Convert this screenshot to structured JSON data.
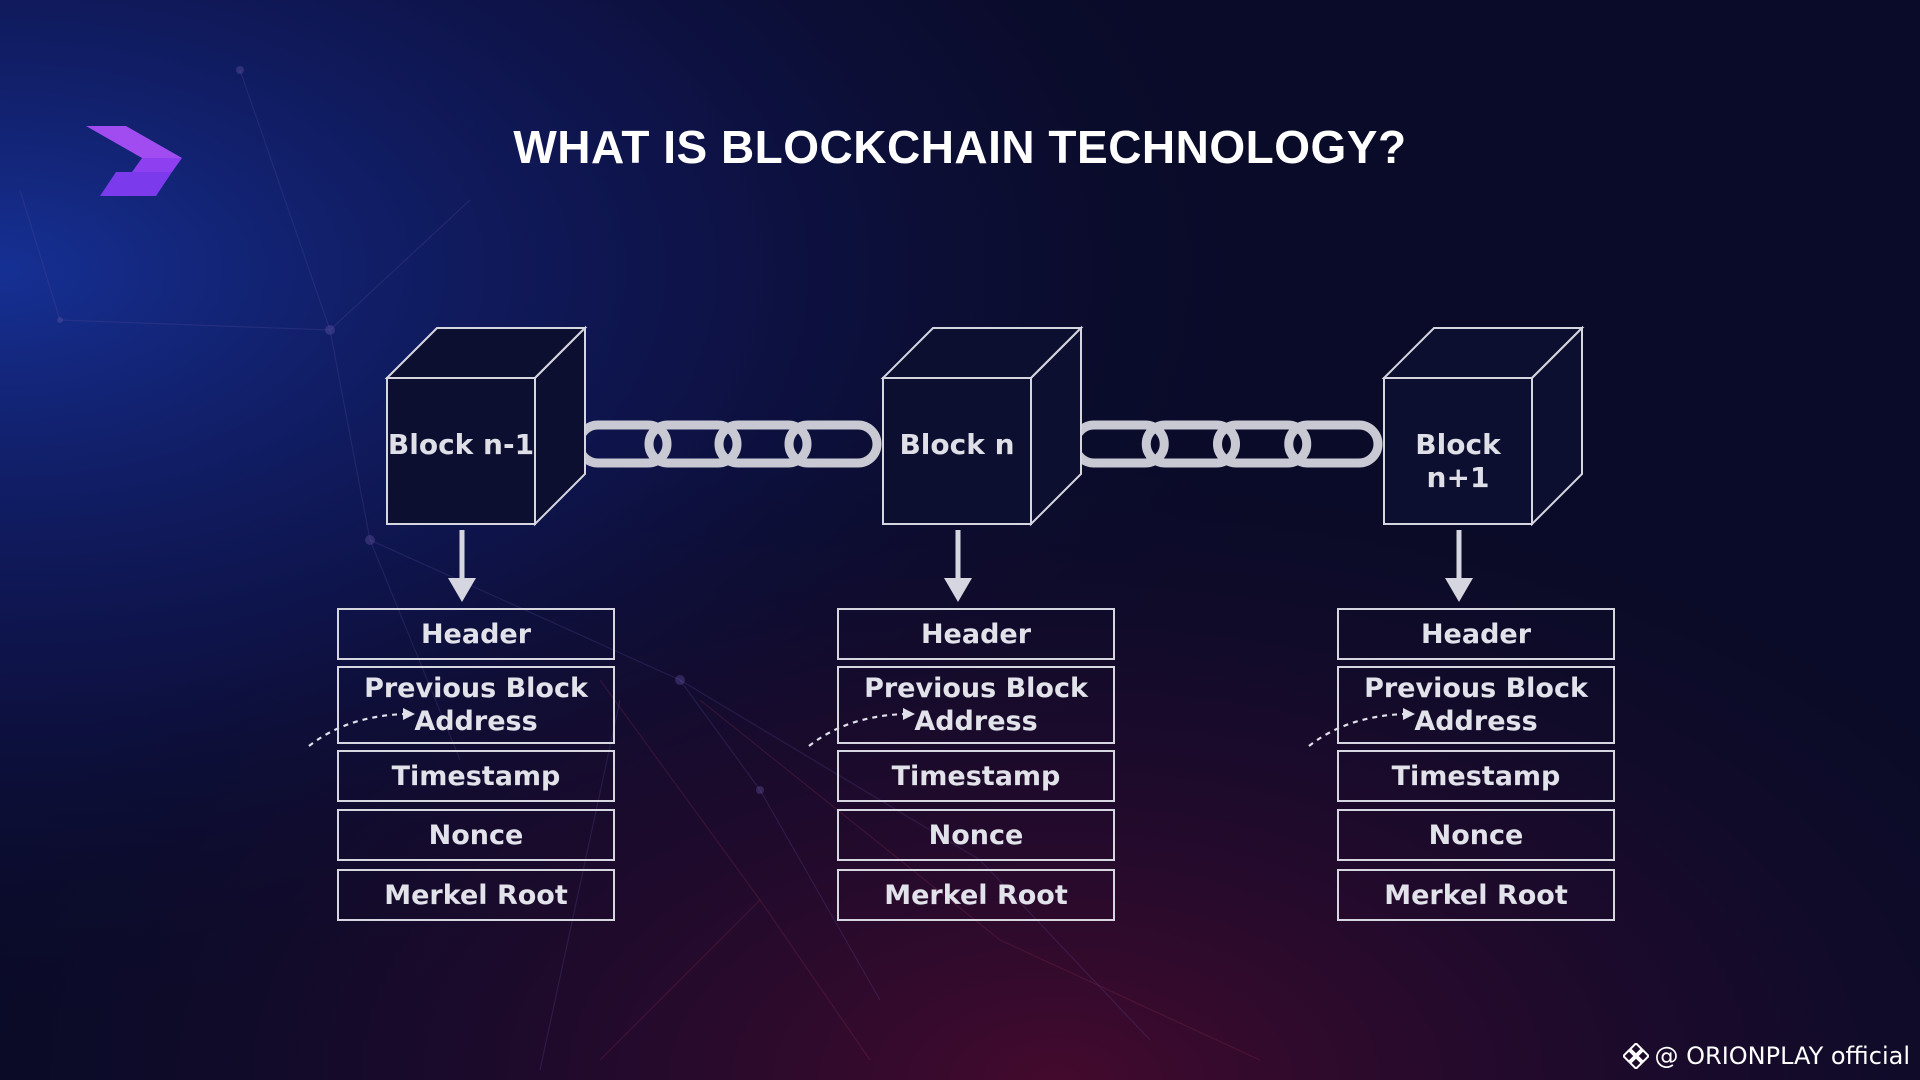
{
  "title": "WHAT IS BLOCKCHAIN TECHNOLOGY?",
  "colors": {
    "logo_top": "#a04cf0",
    "logo_bottom": "#7c3aed",
    "line": "#d6d6e0",
    "chain": "#c9c9d4"
  },
  "blocks": [
    {
      "label": "Block n-1",
      "fields": [
        "Header",
        "Previous Block Address",
        "Timestamp",
        "Nonce",
        "Merkel Root"
      ]
    },
    {
      "label": "Block n",
      "fields": [
        "Header",
        "Previous Block Address",
        "Timestamp",
        "Nonce",
        "Merkel Root"
      ]
    },
    {
      "label": "Block n+1",
      "fields": [
        "Header",
        "Previous Block Address",
        "Timestamp",
        "Nonce",
        "Merkel Root"
      ]
    }
  ],
  "credit": {
    "icon": "diamond-logo-icon",
    "text": "@ ORIONPLAY official"
  }
}
